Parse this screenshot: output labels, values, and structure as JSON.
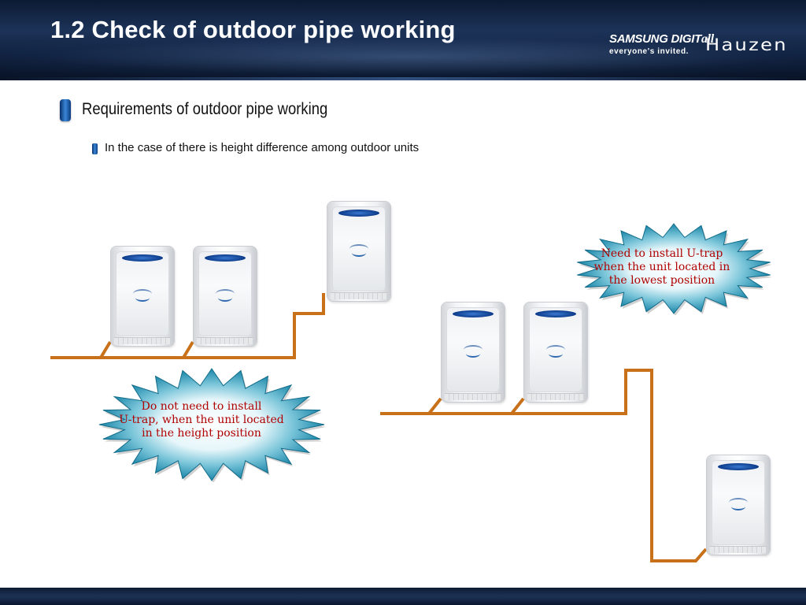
{
  "header": {
    "title": "1.2 Check of outdoor pipe working",
    "brand_name": "SAMSUNG DIGIT",
    "brand_suffix": "all",
    "brand_tagline": "everyone's invited.",
    "product_logo": "Hauzen"
  },
  "content": {
    "heading": "Requirements of outdoor pipe working",
    "subheading": "In the case of there is height difference among outdoor units"
  },
  "callouts": [
    {
      "lines": [
        "Need to install U-trap",
        "when the unit located in",
        "the lowest position"
      ]
    },
    {
      "lines": [
        "Do not need to install",
        "U-trap, when the unit located",
        "in the height position"
      ]
    }
  ],
  "colors": {
    "pipe": "#c8701a",
    "callout_text": "#b00000",
    "callout_fill": "#1a86a8"
  }
}
